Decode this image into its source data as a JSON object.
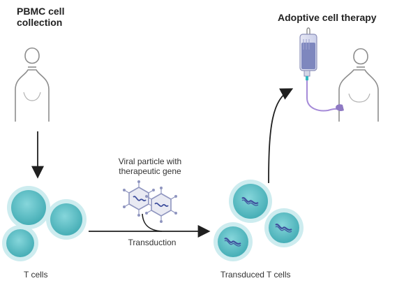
{
  "diagram": {
    "steps": {
      "collection_title": "PBMC cell collection",
      "therapy_title": "Adoptive cell therapy",
      "viral_particle_label": "Viral particle with therapeutic gene",
      "transduction_label": "Transduction",
      "t_cells_label": "T cells",
      "transduced_t_cells_label": "Transduced T cells"
    },
    "icons": {
      "donor": "human-torso-icon",
      "recipient": "human-torso-icon",
      "infusion": "iv-bag-icon",
      "cell": "t-cell-icon",
      "virus": "viral-particle-icon"
    },
    "colors": {
      "cell_fill": "#5fc2c8",
      "cell_halo": "#cdecef",
      "dna": "#3f4f9d",
      "arrow": "#1f1f1f",
      "iv_fluid": "#7e87be",
      "iv_line": "#a58ad8",
      "human_outline": "#8d8d8d"
    }
  }
}
